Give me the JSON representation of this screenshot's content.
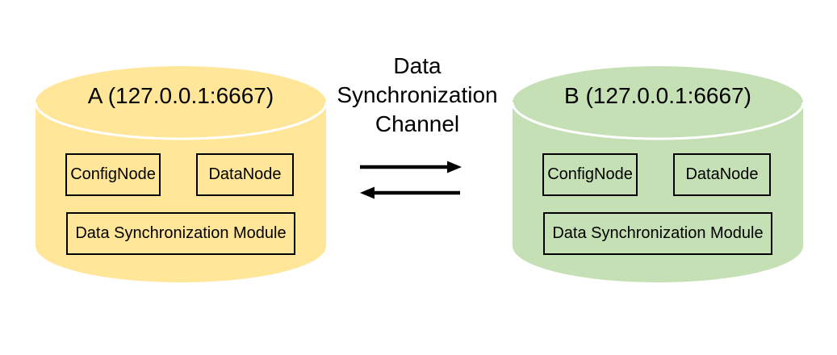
{
  "diagram": {
    "nodes": [
      {
        "id": "A",
        "title": "A (127.0.0.1:6667)",
        "color": "#FFE699",
        "components": {
          "confignode": "ConfigNode",
          "datanode": "DataNode",
          "sync_module": "Data Synchronization Module"
        }
      },
      {
        "id": "B",
        "title": "B (127.0.0.1:6667)",
        "color": "#C5E0B4",
        "components": {
          "confignode": "ConfigNode",
          "datanode": "DataNode",
          "sync_module": "Data Synchronization Module"
        }
      }
    ],
    "channel": {
      "lines": [
        "Data",
        "Synchronization",
        "Channel"
      ],
      "arrow_directions": [
        "left-to-right",
        "right-to-left"
      ]
    },
    "colors": {
      "node_a_fill": "#FFE699",
      "node_b_fill": "#C5E0B4",
      "cylinder_seam": "#FFFFFF",
      "box_border": "#000000",
      "arrow": "#000000",
      "text": "#000000",
      "background": "#FFFFFF"
    }
  }
}
